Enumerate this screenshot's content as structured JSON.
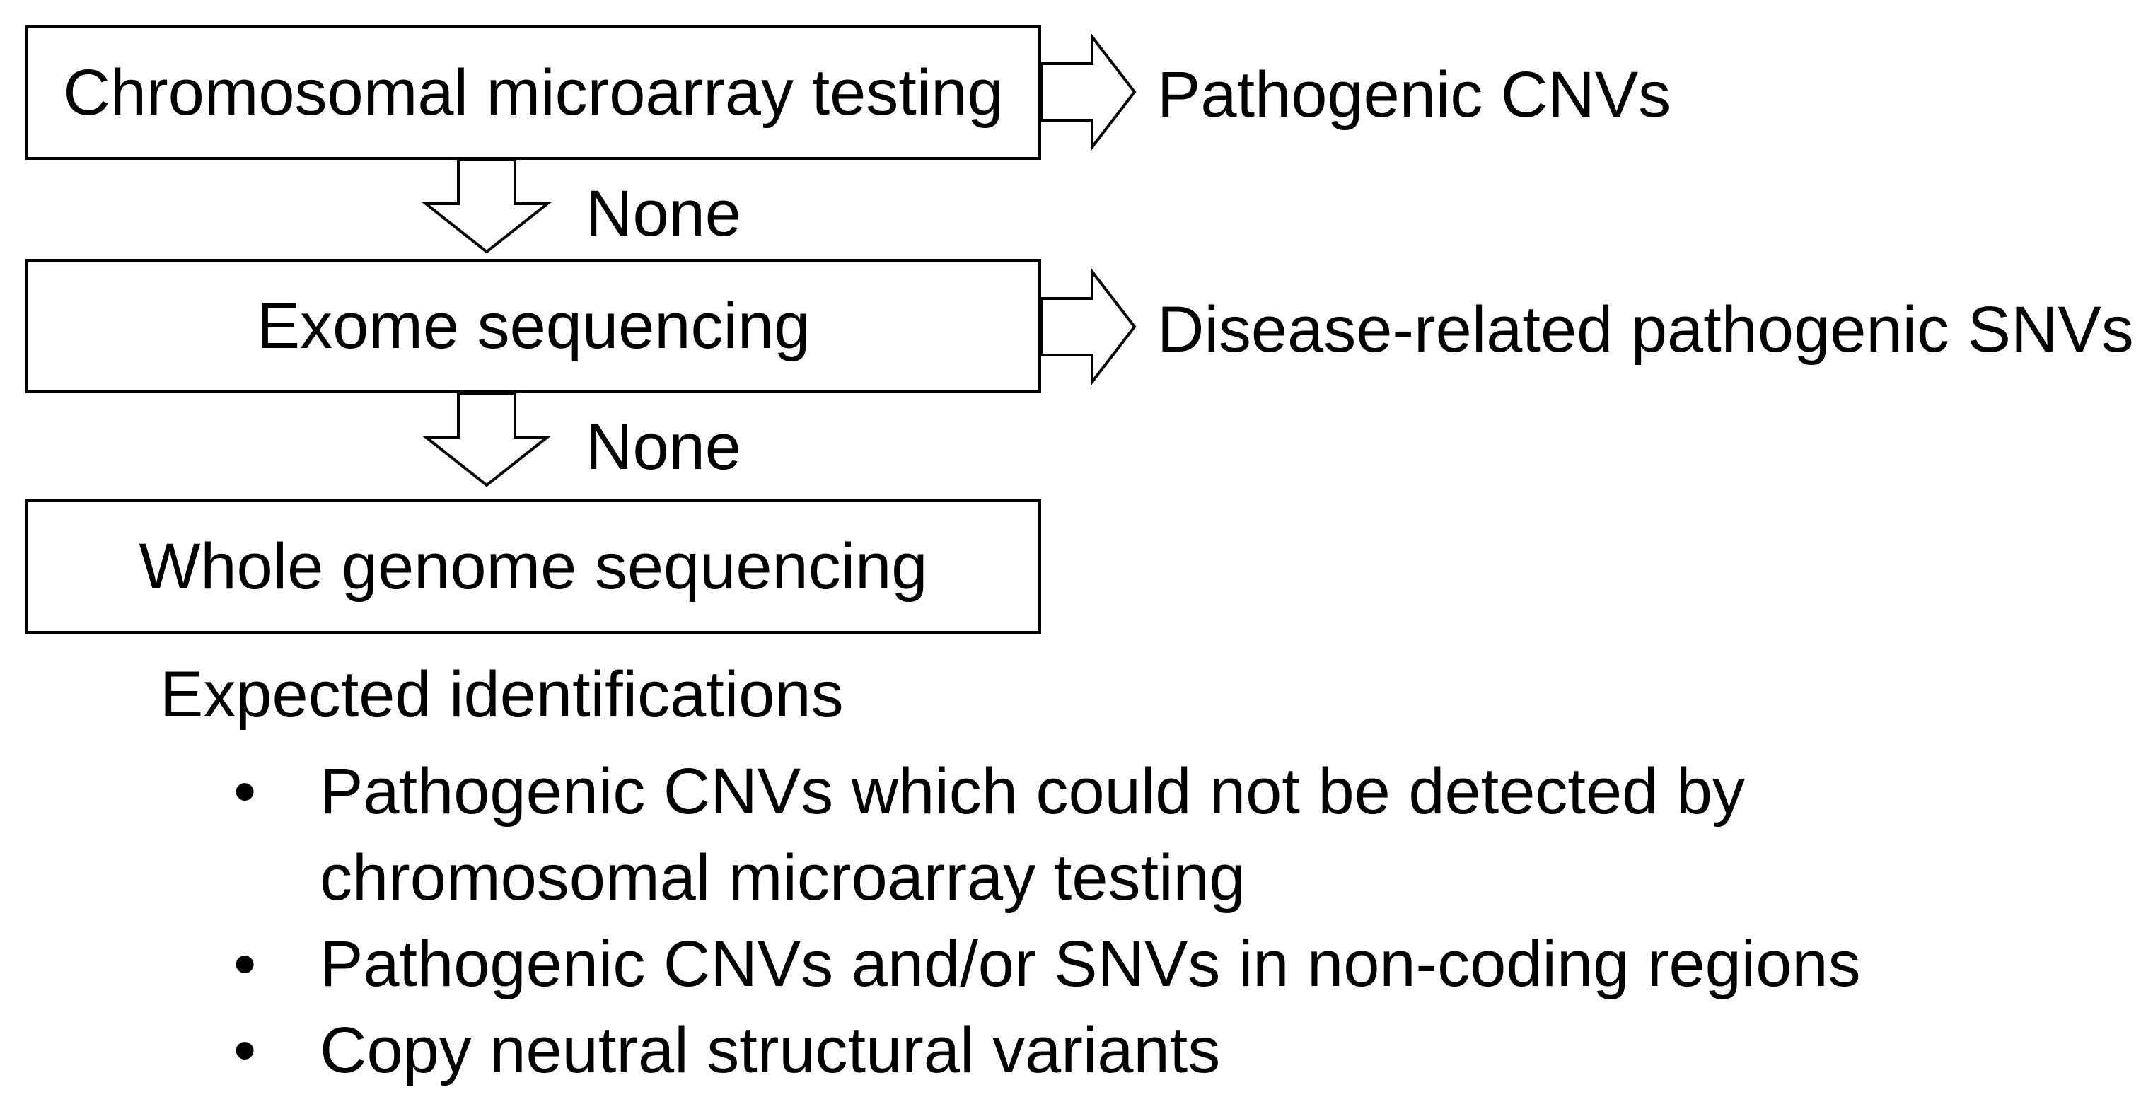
{
  "steps": [
    {
      "label": "Chromosomal microarray testing",
      "result": "Pathogenic CNVs"
    },
    {
      "label": "Exome sequencing",
      "result": "Disease-related pathogenic SNVs"
    },
    {
      "label": "Whole genome sequencing"
    }
  ],
  "transitions": [
    "None",
    "None"
  ],
  "expected": {
    "title": "Expected identifications",
    "bullet": "•",
    "items": [
      "Pathogenic CNVs which could not be detected by chromosomal microarray testing",
      "Pathogenic CNVs and/or SNVs in non-coding regions",
      "Copy neutral structural variants"
    ]
  }
}
